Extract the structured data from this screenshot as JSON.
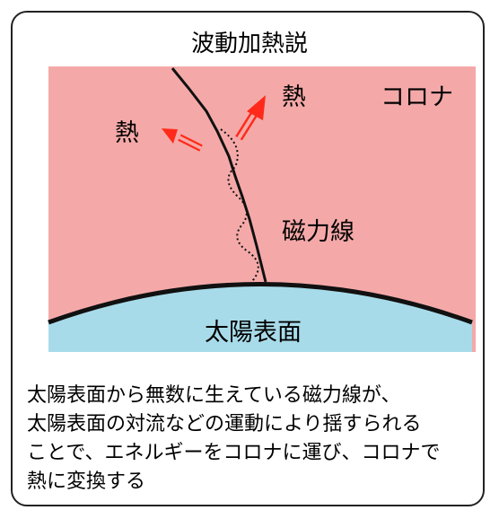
{
  "title": "波動加熱説",
  "labels": {
    "heat_left": "熱",
    "heat_right": "熱",
    "corona": "コロナ",
    "magnetic_field_line": "磁力線",
    "solar_surface": "太陽表面"
  },
  "caption_lines": [
    "太陽表面から無数に生えている磁力線が、",
    "太陽表面の対流などの運動により揺すられる",
    "ことで、エネルギーをコロナに運び、コロナで",
    "熱に変換する"
  ],
  "colors": {
    "corona_fill": "#f4a9a8",
    "surface_fill": "#a8dbe9",
    "arrow": "#ff2a1a",
    "line": "#111111"
  }
}
